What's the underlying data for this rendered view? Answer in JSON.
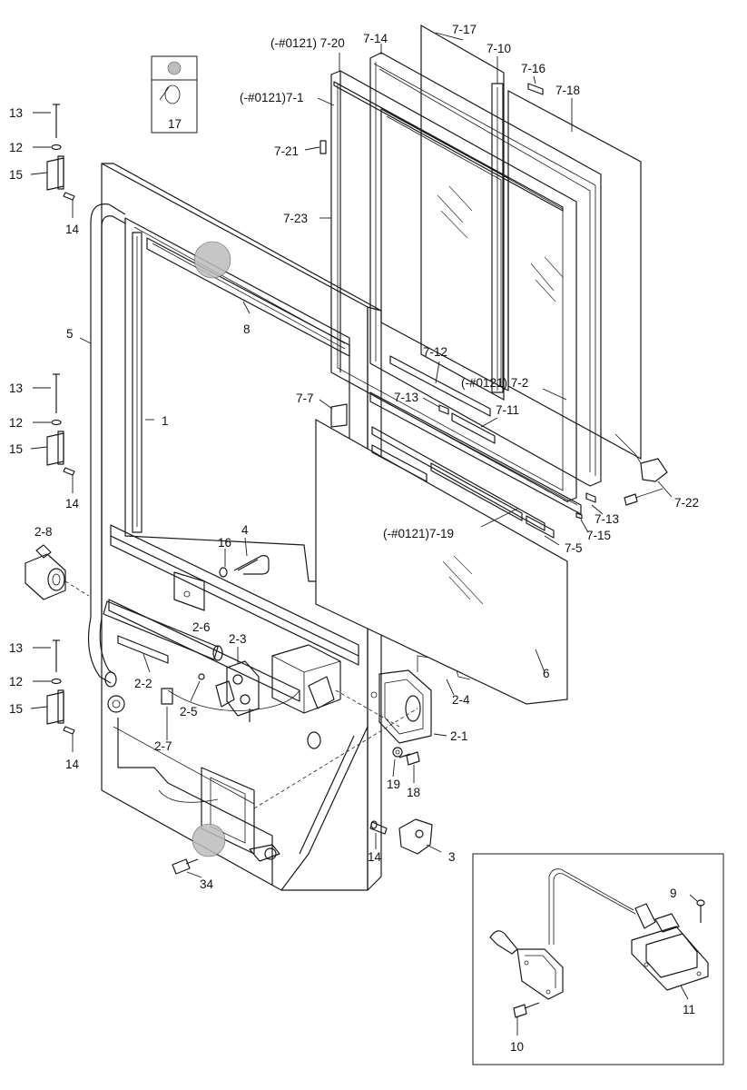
{
  "legend": {
    "symbol_label": "17"
  },
  "inset": {
    "labels": [
      "9",
      "10",
      "11"
    ]
  },
  "labels": {
    "p13a": "13",
    "p12a": "12",
    "p15a": "15",
    "p14a": "14",
    "p13b": "13",
    "p12b": "12",
    "p15b": "15",
    "p14b": "14",
    "p13c": "13",
    "p12c": "12",
    "p15c": "15",
    "p14c": "14",
    "p5": "5",
    "p1": "1",
    "p8": "8",
    "p4": "4",
    "p16": "16",
    "p2_8": "2-8",
    "p2_6": "2-6",
    "p2_3": "2-3",
    "p2_2": "2-2",
    "p2_5": "2-5",
    "p2_7": "2-7",
    "p2_4": "2-4",
    "p2_1": "2-1",
    "p19": "19",
    "p18": "18",
    "p14d": "14",
    "p3": "3",
    "p34": "34",
    "p6": "6",
    "p7_17": "7-17",
    "p7_14": "7-14",
    "p7_20": "(-#0121) 7-20",
    "p7_10": "7-10",
    "p7_16": "7-16",
    "p7_18": "7-18",
    "p7_1": "(-#0121)7-1",
    "p7_21": "7-21",
    "p7_23": "7-23",
    "p7_12": "7-12",
    "p7_2": "(-#0121) 7-2",
    "p7_7": "7-7",
    "p7_13a": "7-13",
    "p7_11": "7-11",
    "p7_13b": "7-13",
    "p7_22": "7-22",
    "p7_15": "7-15",
    "p7_19": "(-#0121)7-19",
    "p7_5": "7-5"
  }
}
